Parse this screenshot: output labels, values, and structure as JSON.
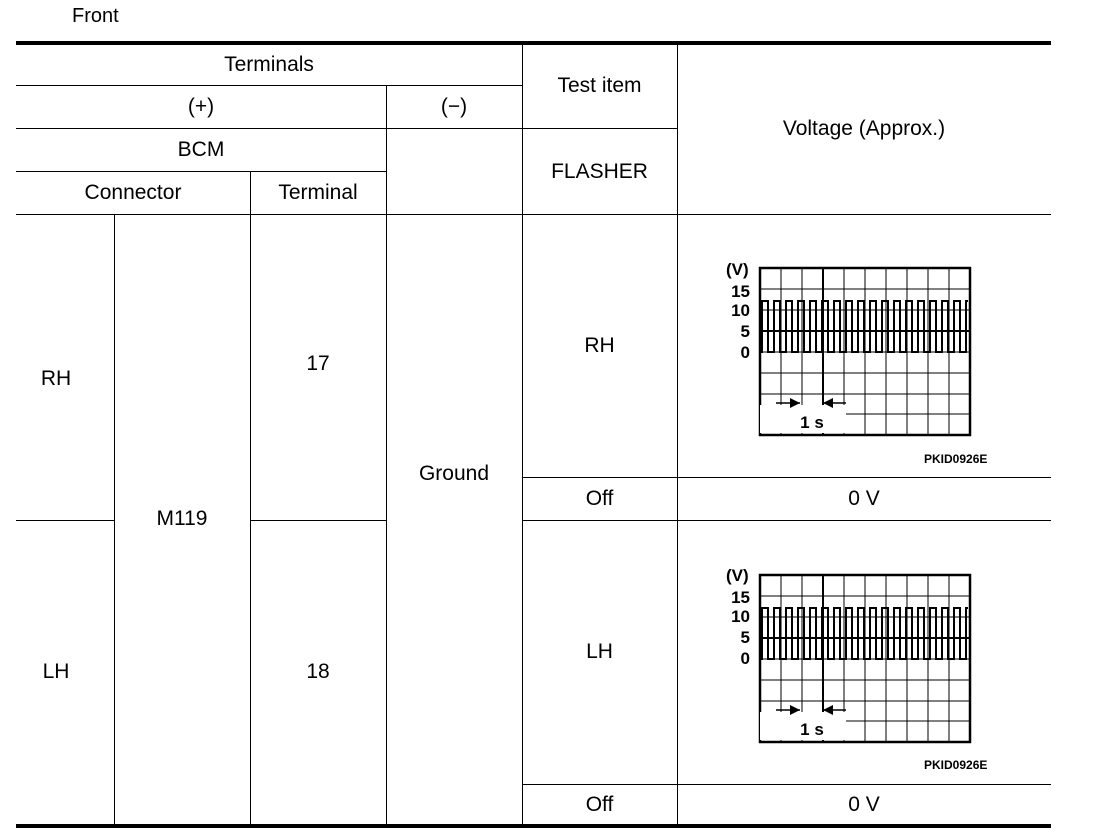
{
  "caption": "Front",
  "table": {
    "header": {
      "terminals": "Terminals",
      "plus": "(+)",
      "minus": "(−)",
      "unit": "BCM",
      "connector": "Connector",
      "terminal": "Terminal",
      "test_item": "Test item",
      "test_item_value": "FLASHER",
      "voltage": "Voltage (Approx.)"
    },
    "connector_value": "M119",
    "ground": "Ground",
    "rows": [
      {
        "side": "RH",
        "terminal": "17",
        "on_label": "RH",
        "off_label": "Off",
        "off_voltage": "0 V",
        "scope": {
          "unit": "(V)",
          "y_ticks": [
            "15",
            "10",
            "5",
            "0"
          ],
          "time_label": "1 s",
          "code": "PKID0926E"
        }
      },
      {
        "side": "LH",
        "terminal": "18",
        "on_label": "LH",
        "off_label": "Off",
        "off_voltage": "0 V",
        "scope": {
          "unit": "(V)",
          "y_ticks": [
            "15",
            "10",
            "5",
            "0"
          ],
          "time_label": "1 s",
          "code": "PKID0926E"
        }
      }
    ]
  }
}
